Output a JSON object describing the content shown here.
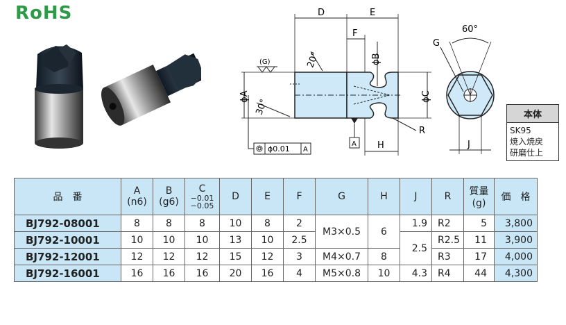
{
  "logo": "RoHS",
  "drawing": {
    "label_D": "D",
    "label_E": "E",
    "label_F": "F",
    "label_phiB": "ϕB",
    "label_phiA": "ϕA",
    "label_phiC": "ϕC",
    "label_G_paren": "(G)",
    "label_G": "G",
    "label_angle20": "20°",
    "label_angle30": "30°",
    "label_angle60": "60°",
    "label_R": "R",
    "label_H": "H",
    "label_J": "J",
    "datum_A": "A",
    "tolerance": "ϕ0.01",
    "tolerance_datum": "A"
  },
  "material": {
    "title": "本体",
    "lines": [
      "SK95",
      "焼入焼戻",
      "研磨仕上"
    ]
  },
  "table": {
    "headers": {
      "part": "品　番",
      "A": "A",
      "A_sub": "(n6)",
      "B": "B",
      "B_sub": "(g6)",
      "C": "C",
      "C_sub1": "−0.01",
      "C_sub2": "−0.05",
      "D": "D",
      "E": "E",
      "F": "F",
      "G": "G",
      "H": "H",
      "J": "J",
      "R": "R",
      "mass": "質量",
      "mass_sub": "(g)",
      "price": "価　格"
    },
    "rows": [
      {
        "part": "BJ792-08001",
        "A": "8",
        "B": "8",
        "C": "8",
        "D": "10",
        "E": "8",
        "F": "2",
        "R": "R2",
        "mass": "5",
        "price": "3,800"
      },
      {
        "part": "BJ792-10001",
        "A": "10",
        "B": "10",
        "C": "10",
        "D": "13",
        "E": "10",
        "F": "2.5",
        "R": "R2.5",
        "mass": "11",
        "price": "3,900"
      },
      {
        "part": "BJ792-12001",
        "A": "12",
        "B": "12",
        "C": "12",
        "D": "15",
        "E": "12",
        "F": "3",
        "R": "R3",
        "mass": "17",
        "price": "4,000"
      },
      {
        "part": "BJ792-16001",
        "A": "16",
        "B": "16",
        "C": "16",
        "D": "20",
        "E": "16",
        "F": "4",
        "R": "R4",
        "mass": "44",
        "price": "4,300"
      }
    ],
    "merged": {
      "G_1": "M3×0.5",
      "G_2": "M4×0.7",
      "G_3": "M5×0.8",
      "H_1": "6",
      "H_2": "8",
      "H_3": "10",
      "J_1": "1.9",
      "J_2": "2.5",
      "J_3": "4.3"
    }
  },
  "colors": {
    "logo_green": "#2e9a47",
    "header_blue": "#c9e6f6",
    "part_fill": "#cfe9f8"
  }
}
